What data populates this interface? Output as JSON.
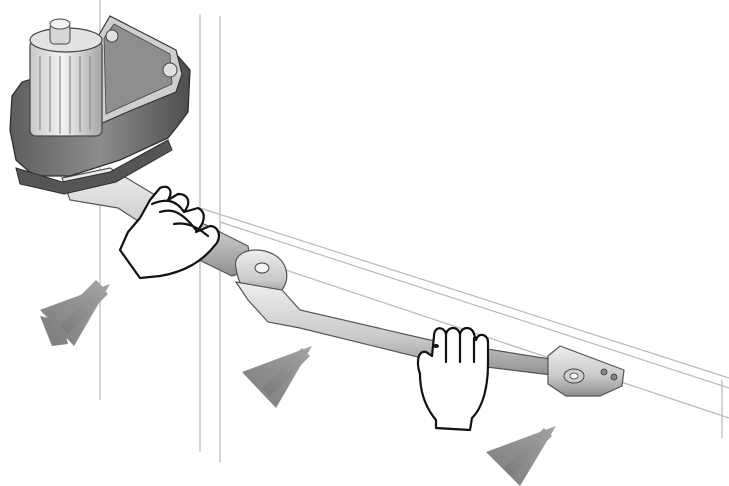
{
  "illustration": {
    "subject": "swing-gate-operator-arm-assembly",
    "parts": [
      "motor-housing",
      "first-arm",
      "elbow-joint",
      "second-arm",
      "gate-bracket"
    ],
    "hands": [
      "left-hand",
      "right-hand"
    ],
    "arrows": 3,
    "colors": {
      "housing_dark": "#6b6b6b",
      "housing_mid": "#9a9a9a",
      "housing_light": "#d9d9d9",
      "metal_light": "#e6e6e6",
      "metal_shade": "#a8a8a8",
      "outline": "#333333",
      "wall_line": "#b8b8b8",
      "arrow": "#8a8a8a"
    }
  }
}
